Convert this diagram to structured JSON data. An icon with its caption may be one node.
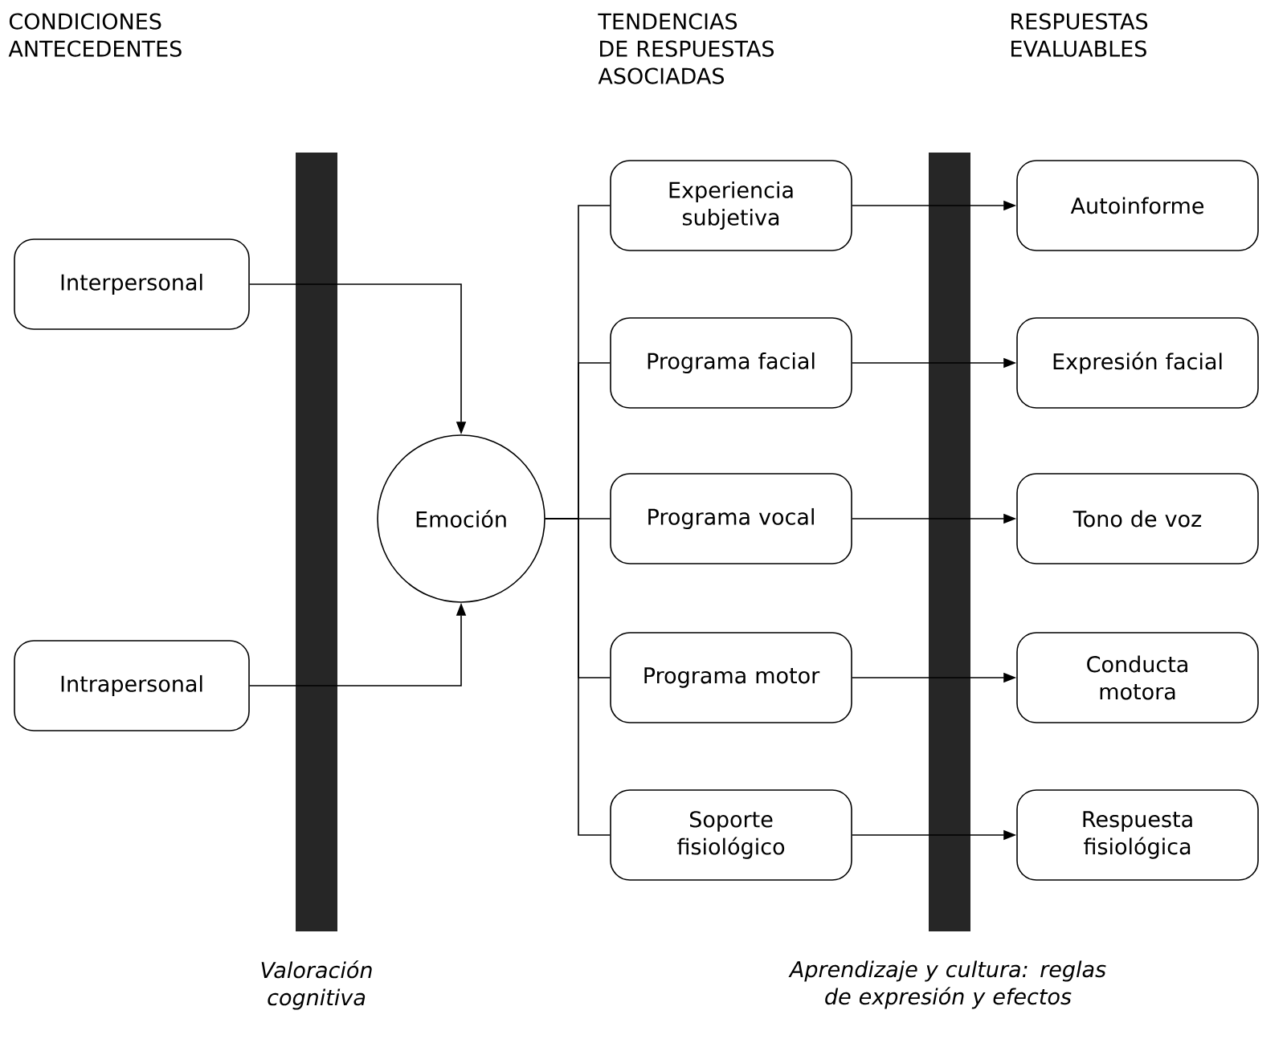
{
  "diagram": {
    "nodes": [
      {
        "text": [
          "Interpersonal"
        ]
      },
      {
        "text": [
          "Intrapersonal"
        ]
      },
      {
        "text": [
          "Emoción"
        ]
      },
      {
        "text": [
          "Experiencia subjetiva"
        ]
      },
      {
        "text": [
          "Programa facial"
        ]
      },
      {
        "text": [
          "Programa vocal"
        ]
      },
      {
        "text": [
          "Programa motor"
        ]
      },
      {
        "text": [
          "Soporte fisiológico"
        ]
      },
      {
        "text": [
          "Autoinforme"
        ]
      },
      {
        "text": [
          "Expresión facial"
        ]
      },
      {
        "text": [
          "Tono de voz"
        ]
      },
      {
        "text": [
          "Conducta motora"
        ]
      },
      {
        "text": [
          "Respuesta fisiológica"
        ]
      }
    ],
    "edges": [
      {
        "from": 0,
        "to": 2,
        "arrow": "to"
      },
      {
        "from": 1,
        "to": 2,
        "arrow": "to"
      },
      {
        "from": 2,
        "to": 3,
        "arrow": "none"
      },
      {
        "from": 2,
        "to": 4,
        "arrow": "none"
      },
      {
        "from": 2,
        "to": 5,
        "arrow": "none"
      },
      {
        "from": 2,
        "to": 6,
        "arrow": "none"
      },
      {
        "from": 2,
        "to": 7,
        "arrow": "none"
      },
      {
        "from": 3,
        "to": 8,
        "arrow": "to"
      },
      {
        "from": 4,
        "to": 9,
        "arrow": "to"
      },
      {
        "from": 5,
        "to": 10,
        "arrow": "to"
      },
      {
        "from": 6,
        "to": 11,
        "arrow": "to"
      },
      {
        "from": 7,
        "to": 12,
        "arrow": "to"
      }
    ],
    "labels": [
      "CONDICIONES ANTECEDENTES",
      "TENDENCIAS DE RESPUESTAS ASOCIADAS",
      "RESPUESTAS EVALUABLES",
      "Valoración cognitiva",
      "Aprendizaje y cultura: reglas de expresión y efectos"
    ]
  }
}
